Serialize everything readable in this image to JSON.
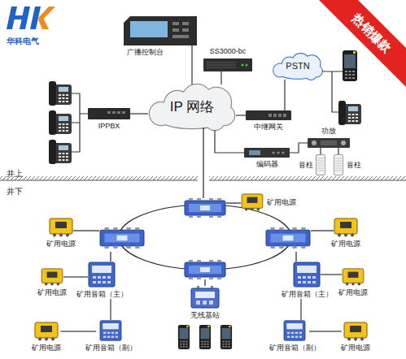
{
  "diagram": {
    "nodes": [
      {
        "text": [
          "广播控制台"
        ]
      },
      {
        "text": [
          "SS3000-bc"
        ]
      },
      {
        "text": [
          "IPPBX"
        ]
      },
      {
        "text": [
          "IP 网络"
        ]
      },
      {
        "text": [
          "PSTN"
        ]
      },
      {
        "text": [
          "中继网关"
        ]
      },
      {
        "text": [
          "编码器"
        ]
      },
      {
        "text": [
          "功放"
        ]
      },
      {
        "text": [
          "音柱"
        ]
      },
      {
        "text": [
          "音柱"
        ]
      },
      {
        "text": [
          "矿用电源"
        ]
      },
      {
        "text": [
          "矿用电源"
        ]
      },
      {
        "text": [
          "矿用电源"
        ]
      },
      {
        "text": [
          "矿用电源"
        ]
      },
      {
        "text": [
          "矿用音箱（主）"
        ]
      },
      {
        "text": [
          "矿用音箱（主）"
        ]
      },
      {
        "text": [
          "矿用电源"
        ]
      },
      {
        "text": [
          "无线基站"
        ]
      },
      {
        "text": [
          "矿用电源"
        ]
      },
      {
        "text": [
          "矿用音箱（副）"
        ]
      },
      {
        "text": [
          "矿用音箱（副）"
        ]
      },
      {
        "text": [
          "矿用电源"
        ]
      }
    ],
    "edges": [
      {
        "from": 0,
        "to": 3,
        "arrow": "none"
      },
      {
        "from": 1,
        "to": 3,
        "arrow": "none"
      },
      {
        "from": 2,
        "to": 3,
        "arrow": "none"
      },
      {
        "from": 3,
        "to": 5,
        "arrow": "none"
      },
      {
        "from": 5,
        "to": 4,
        "arrow": "none"
      },
      {
        "from": 3,
        "to": 6,
        "arrow": "none"
      },
      {
        "from": 6,
        "to": 7,
        "arrow": "none"
      },
      {
        "from": 7,
        "to": 8,
        "arrow": "none"
      },
      {
        "from": 7,
        "to": 9,
        "arrow": "none"
      },
      {
        "from": 13,
        "to": 14,
        "arrow": "none"
      },
      {
        "from": 15,
        "to": 16,
        "arrow": "none"
      },
      {
        "from": 14,
        "to": 19,
        "arrow": "none"
      },
      {
        "from": 18,
        "to": 19,
        "arrow": "none"
      },
      {
        "from": 15,
        "to": 20,
        "arrow": "none"
      },
      {
        "from": 20,
        "to": 21,
        "arrow": "none"
      }
    ],
    "labels": [
      "华科电气",
      "热销爆款",
      "井上",
      "井下"
    ]
  }
}
